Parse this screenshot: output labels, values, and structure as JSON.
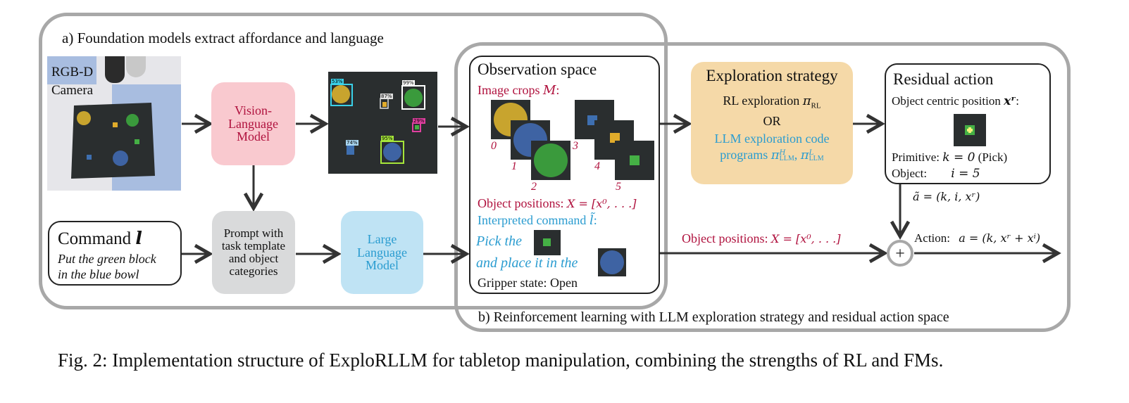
{
  "regions": {
    "a_label": "a) Foundation models extract affordance and language",
    "b_label": "b) Reinforcement learning with LLM exploration strategy and residual action space"
  },
  "camera": {
    "label_line1": "RGB-D",
    "label_line2": "Camera"
  },
  "vlm": {
    "line1": "Vision-",
    "line2": "Language",
    "line3": "Model"
  },
  "detections": {
    "scores": [
      "53%",
      "87%",
      "99%",
      "29%",
      "74%",
      "95%"
    ]
  },
  "command": {
    "title": "Command",
    "symbol": "l",
    "text_line1": "Put the green block",
    "text_line2": "in the blue bowl"
  },
  "prompt": {
    "line1": "Prompt with",
    "line2": "task template",
    "line3": "and object",
    "line4": "categories"
  },
  "llm": {
    "line1": "Large",
    "line2": "Language",
    "line3": "Model"
  },
  "observation": {
    "title": "Observation space",
    "image_crops_label": "Image crops",
    "image_crops_symbol": "M",
    "image_crops_colon": ":",
    "crop_indices": [
      "0",
      "1",
      "2",
      "3",
      "4",
      "5"
    ],
    "positions_label": "Object positions:",
    "positions_math": "X = [x⁰, . . .]",
    "interpreted_label": "Interpreted command",
    "interpreted_symbol": "l̃",
    "interpreted_colon": ":",
    "pick_text": "Pick the",
    "place_text": "and place it in the",
    "gripper_text": "Gripper state: Open"
  },
  "exploration": {
    "title": "Exploration strategy",
    "rl_text": "RL exploration",
    "rl_math": "π",
    "rl_sub": "RL",
    "or_text": "OR",
    "llm_line1": "LLM exploration code",
    "llm_line2": "programs",
    "llm_math": "π",
    "llm_sup_h": "H",
    "llm_sup_l": "L",
    "llm_sub": "LLM"
  },
  "residual": {
    "title": "Residual action",
    "position_label": "Object centric position",
    "position_math": "xʳ",
    "position_colon": ":",
    "primitive_label": "Primitive:",
    "primitive_math": "k = 0",
    "primitive_note": "(Pick)",
    "object_label": "Object:",
    "object_math": "i = 5"
  },
  "atilde": "ã = (k, i, xʳ)",
  "bottom_positions_label": "Object positions:",
  "bottom_positions_math": "X = [x⁰, . . .]",
  "action": {
    "label": "Action:",
    "math": "a = (k, xʳ + xⁱ)"
  },
  "plus": "+",
  "caption": "Fig. 2: Implementation structure of ExploRLLM for tabletop manipulation, combining the strengths of RL and FMs.",
  "colors": {
    "red": "#b0123e",
    "blue": "#2a9cd0",
    "vlm_fill": "#f9c9cf",
    "llm_fill": "#bfe3f4",
    "prompt_fill": "#d9dadb",
    "exploration_fill": "#f5d9a8",
    "outline": "#a8a8a8"
  }
}
